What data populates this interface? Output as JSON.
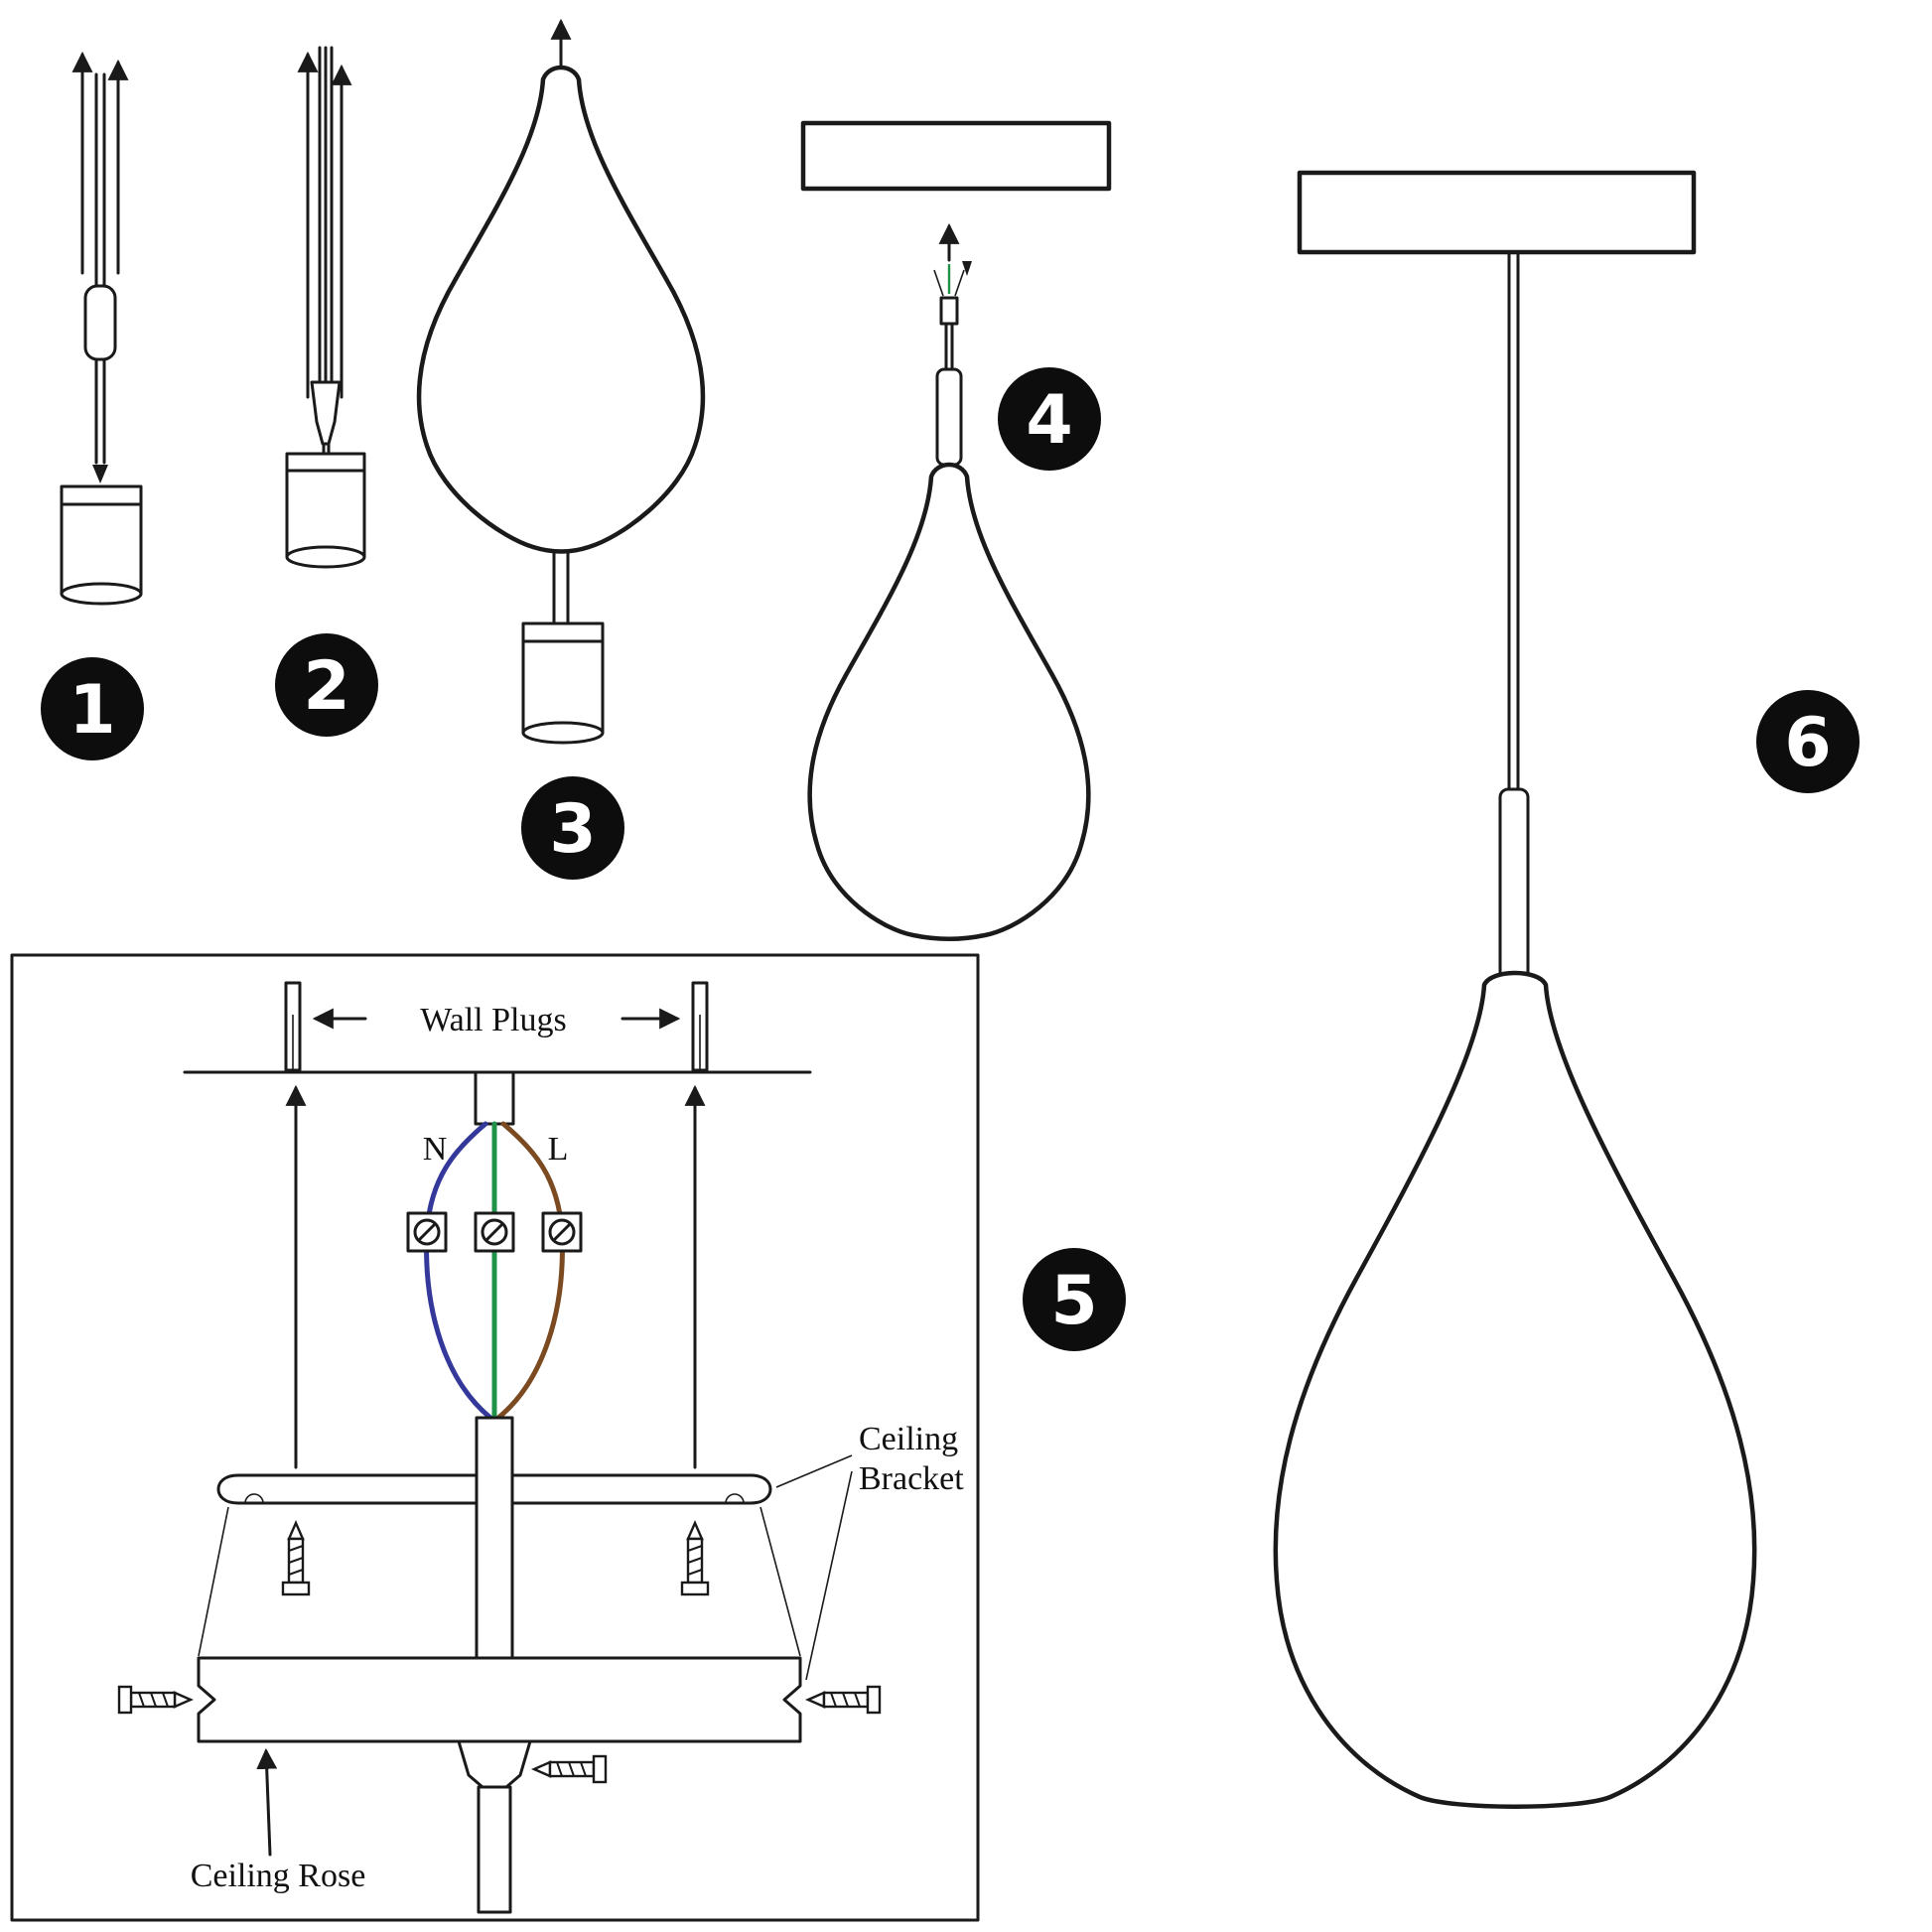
{
  "step_numbers": [
    "1",
    "2",
    "3",
    "4",
    "5",
    "6"
  ],
  "wiring": {
    "wall_plugs_label": "Wall Plugs",
    "neutral_label": "N",
    "live_label": "L",
    "ceiling_bracket_label_line1": "Ceiling",
    "ceiling_bracket_label_line2": "Bracket",
    "ceiling_rose_label": "Ceiling Rose"
  },
  "icons": {
    "terminal_symbol": "no-entry-slash-icon",
    "arrow_symbol": "direction-arrow-icon"
  },
  "colors": {
    "line": "#1a1a1a",
    "wire_neutral_blue": "#34389b",
    "wire_earth_green": "#1f9148",
    "wire_live_brown": "#7c4a21",
    "badge_background": "#0d0d0d",
    "badge_text": "#ffffff"
  }
}
